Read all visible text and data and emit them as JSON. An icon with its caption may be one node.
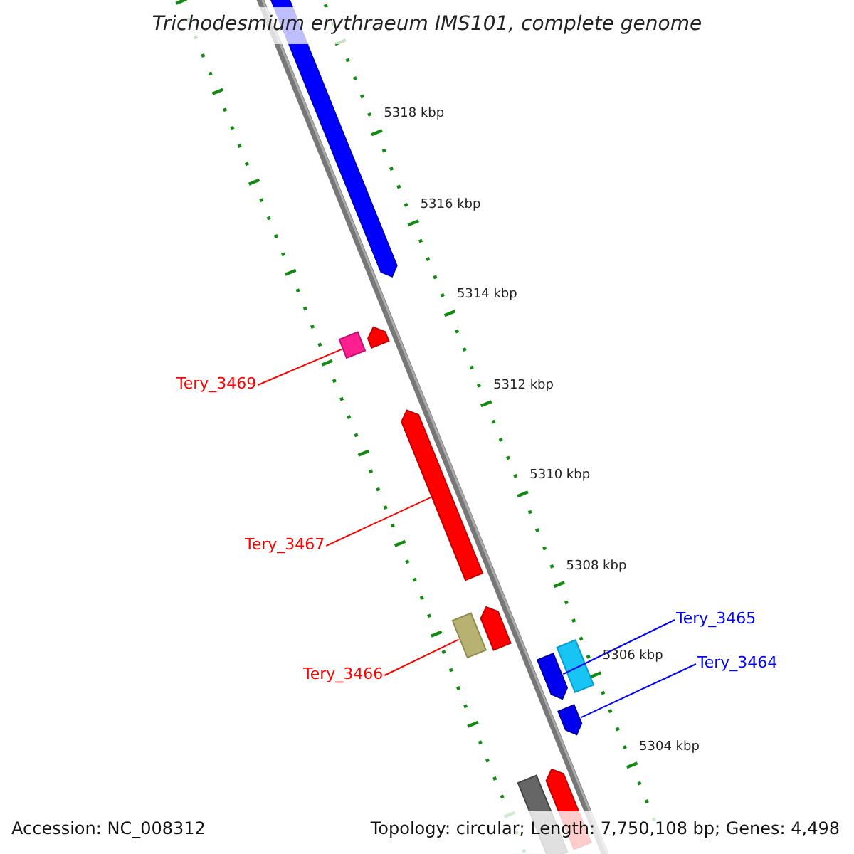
{
  "diagram": {
    "title": "Trichodesmium erythraeum IMS101, complete genome",
    "nodes": [
      {
        "text": [],
        "shape": "bar"
      },
      {
        "text": [
          "Tery_3469"
        ]
      },
      {
        "text": [],
        "shape": "bar"
      },
      {
        "text": [
          "Tery_3467"
        ]
      },
      {
        "text": [
          "Tery_3465"
        ]
      },
      {
        "text": [],
        "shape": "bar"
      },
      {
        "text": [],
        "shape": "bar"
      },
      {
        "text": [
          "Tery_3464"
        ]
      },
      {
        "text": [
          "Tery_3466"
        ]
      },
      {
        "text": [],
        "shape": "bar"
      },
      {
        "text": [],
        "shape": "bar"
      },
      {
        "text": [],
        "shape": "bar"
      },
      {
        "text": [],
        "shape": "bar"
      },
      {
        "text": [],
        "shape": "box"
      },
      {
        "text": [],
        "shape": "bar"
      },
      {
        "text": [],
        "shape": "bar"
      }
    ],
    "edges": [
      {
        "from": 1,
        "to": 0,
        "arrow": "none"
      },
      {
        "from": 3,
        "to": 2,
        "arrow": "none"
      },
      {
        "from": 4,
        "to": 6,
        "arrow": "none",
        "color": "#0000ff"
      },
      {
        "from": 8,
        "to": 5,
        "arrow": "none"
      },
      {
        "from": 7,
        "to": 9,
        "arrow": "none",
        "color": "#0000ff"
      }
    ],
    "labels": [
      "5318 kbp",
      "5316 kbp",
      "5314 kbp",
      "5312 kbp",
      "5310 kbp",
      "5308 kbp",
      "5306 kbp",
      "5304 kbp",
      "Accession: NC_008312",
      "Topology: circular; Length: 7,750,108 bp; Genes: 4,498"
    ]
  }
}
